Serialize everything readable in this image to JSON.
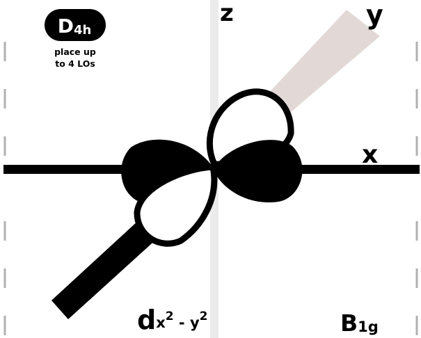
{
  "badge": {
    "symbol": "D",
    "subscript": "4h",
    "note_line1": "place up",
    "note_line2": "to 4 LOs"
  },
  "axes": {
    "z": "z",
    "y": "y",
    "x": "x"
  },
  "orbital": {
    "main": "d",
    "sub1": "x",
    "sup1": "2",
    "minus": " - ",
    "sub2": "y",
    "sup2": "2"
  },
  "irrep": {
    "main": "B",
    "sub": "1g"
  },
  "colors": {
    "background": "#ffffff",
    "ink": "#000000",
    "z_axis": "#ebebeb",
    "y_axis_back": "#e2d9d7",
    "edge_dash": "#b0b0b0"
  }
}
